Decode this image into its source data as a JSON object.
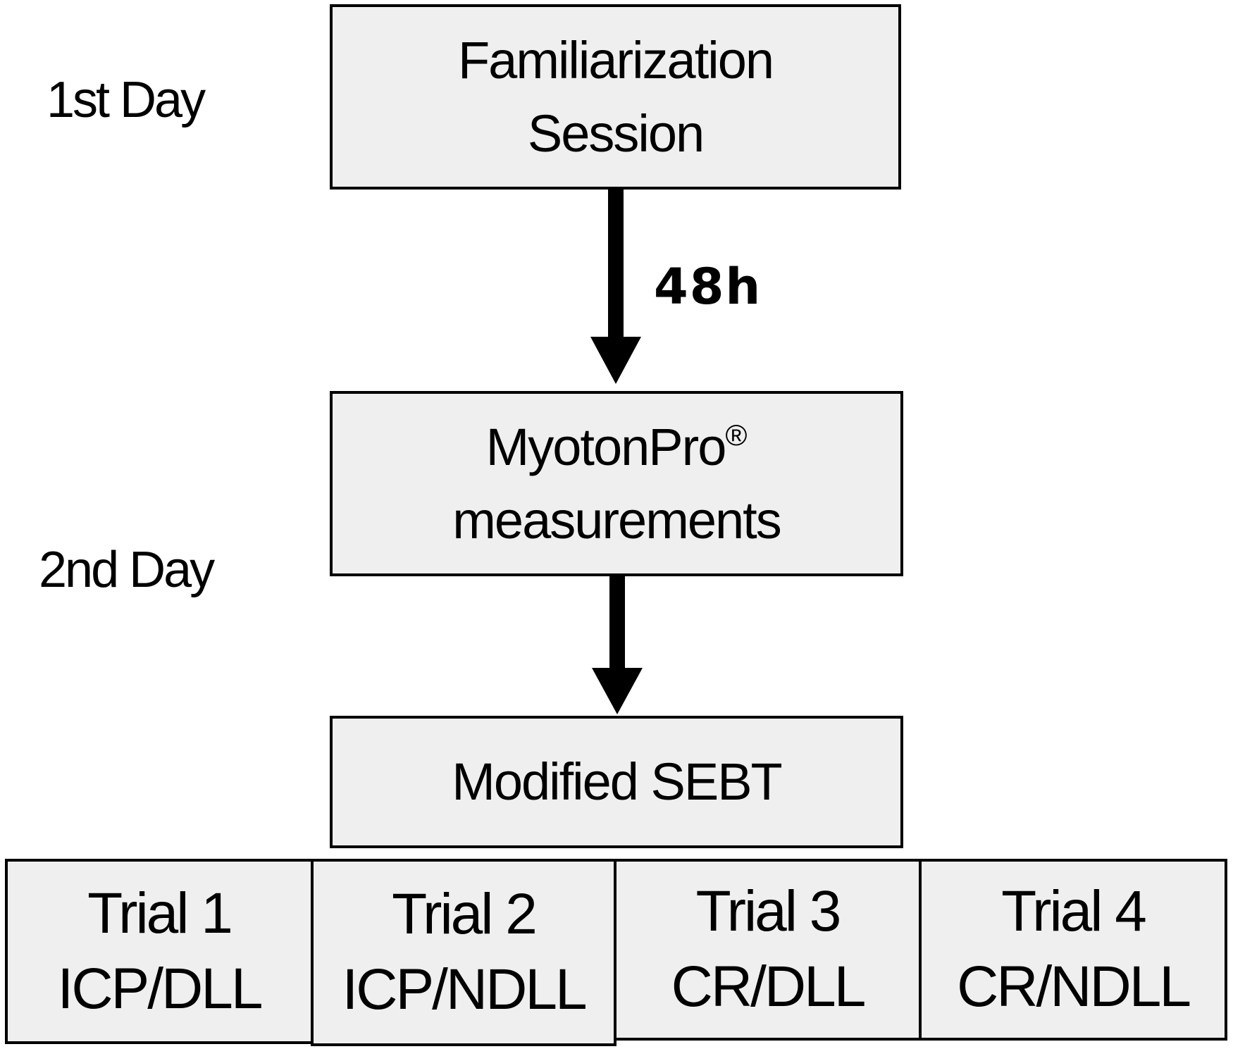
{
  "days": {
    "first": "1st Day",
    "second": "2nd Day"
  },
  "boxes": {
    "familiarization": {
      "line1": "Familiarization",
      "line2": "Session"
    },
    "myoton": {
      "line1": "MyotonPro",
      "mark": "®",
      "line2": "measurements"
    },
    "sebt": {
      "label": "Modified SEBT"
    }
  },
  "interval_label": "48h",
  "trials": [
    {
      "title": "Trial 1",
      "condition": "ICP/DLL"
    },
    {
      "title": "Trial 2",
      "condition": "ICP/NDLL"
    },
    {
      "title": "Trial 3",
      "condition": "CR/DLL"
    },
    {
      "title": "Trial 4",
      "condition": "CR/NDLL"
    }
  ]
}
